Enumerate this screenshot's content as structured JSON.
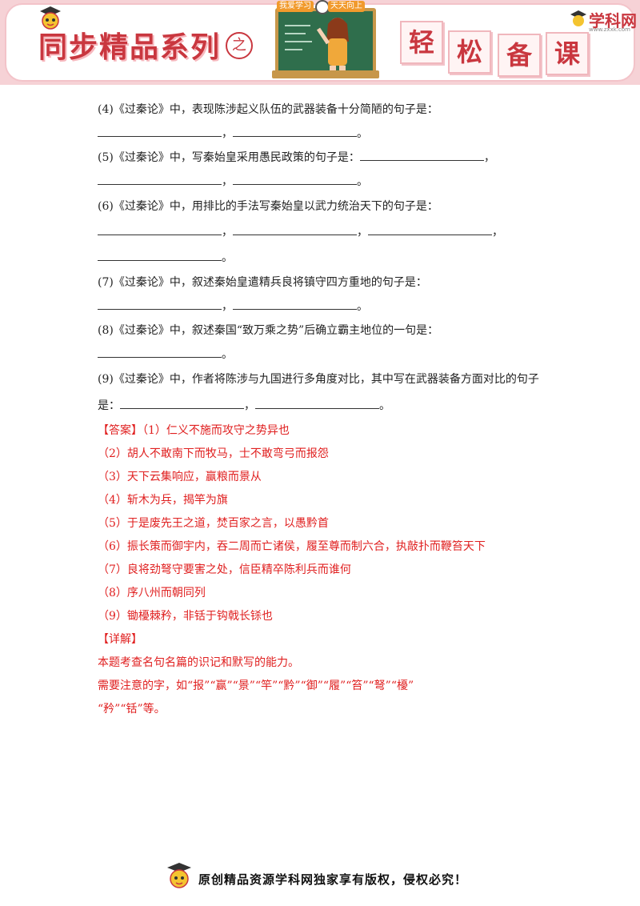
{
  "header": {
    "series_title": "同步精品系列",
    "series_suffix": "之",
    "board_tag_left": "我爱学习",
    "board_tag_right": "天天向上",
    "tiles": [
      "轻",
      "松",
      "备",
      "课"
    ],
    "brand_name": "学科网",
    "brand_url": "www.zxxk.com"
  },
  "questions": [
    {
      "label": "(4)《过秦论》中，表现陈涉起义队伍的武器装备十分简陋的句子是：",
      "blank_rows": [
        {
          "blanks": 2,
          "separators": [
            "，"
          ],
          "end": "。"
        }
      ]
    },
    {
      "label": "(5)《过秦论》中，写秦始皇采用愚民政策的句子是：",
      "inline_blank_end": "，",
      "blank_rows": [
        {
          "blanks": 2,
          "separators": [
            "，"
          ],
          "end": "。"
        }
      ]
    },
    {
      "label": "(6)《过秦论》中，用排比的手法写秦始皇以武力统治天下的句子是：",
      "blank_rows": [
        {
          "blanks": 3,
          "separators": [
            "，",
            "，"
          ],
          "end": "，"
        },
        {
          "blanks": 1,
          "separators": [],
          "end": "。"
        }
      ]
    },
    {
      "label": "(7)《过秦论》中，叙述秦始皇遣精兵良将镇守四方重地的句子是：",
      "blank_rows": [
        {
          "blanks": 2,
          "separators": [
            "，"
          ],
          "end": "。"
        }
      ]
    },
    {
      "label": "(8)《过秦论》中，叙述秦国“致万乘之势”后确立霸主地位的一句是：",
      "blank_rows": [
        {
          "blanks": 1,
          "separators": [],
          "end": "。"
        }
      ]
    },
    {
      "label": "(9)《过秦论》中，作者将陈涉与九国进行多角度对比，其中写在武器装备方面对比的句子",
      "continuation_prefix": "是：",
      "blank_rows": [
        {
          "blanks": 2,
          "separators": [
            "，"
          ],
          "end": "。"
        }
      ]
    }
  ],
  "answer": {
    "tag": "【答案】",
    "items": [
      "（1）仁义不施而攻守之势异也",
      "（2）胡人不敢南下而牧马，士不敢弯弓而报怨",
      "（3）天下云集响应，赢粮而景从",
      "（4）斩木为兵，揭竿为旗",
      "（5）于是废先王之道，焚百家之言，以愚黔首",
      "（6）振长策而御宇内，吞二周而亡诸侯，履至尊而制六合，执敲扑而鞭笞天下",
      "（7）良将劲弩守要害之处，信臣精卒陈利兵而谁何",
      "（8）序八州而朝同列",
      "（9）锄櫌棘矜，非铦于钩戟长铩也"
    ]
  },
  "analysis": {
    "tag": "【详解】",
    "lines": [
      "本题考查名句名篇的识记和默写的能力。",
      "需要注意的字，如“报”“赢”“景”“竿”“黔”“御”“履”“笞”“弩”“櫌”",
      "“矜”“铦”等。"
    ]
  },
  "footer": {
    "copyright": "原创精品资源学科网独家享有版权，侵权必究！"
  },
  "colors": {
    "brand_red": "#c9373f",
    "answer_red": "#e02020",
    "banner_pink": "#f6d2d6"
  }
}
